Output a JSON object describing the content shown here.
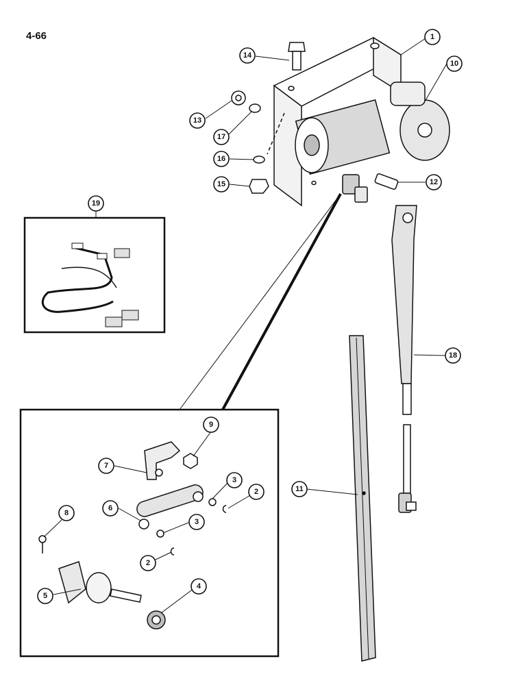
{
  "page_number": "4-66",
  "callouts": [
    "1",
    "10",
    "14",
    "13",
    "17",
    "16",
    "15",
    "12",
    "19",
    "18",
    "11",
    "9",
    "7",
    "3",
    "2",
    "6",
    "8",
    "3",
    "2",
    "4",
    "5"
  ]
}
